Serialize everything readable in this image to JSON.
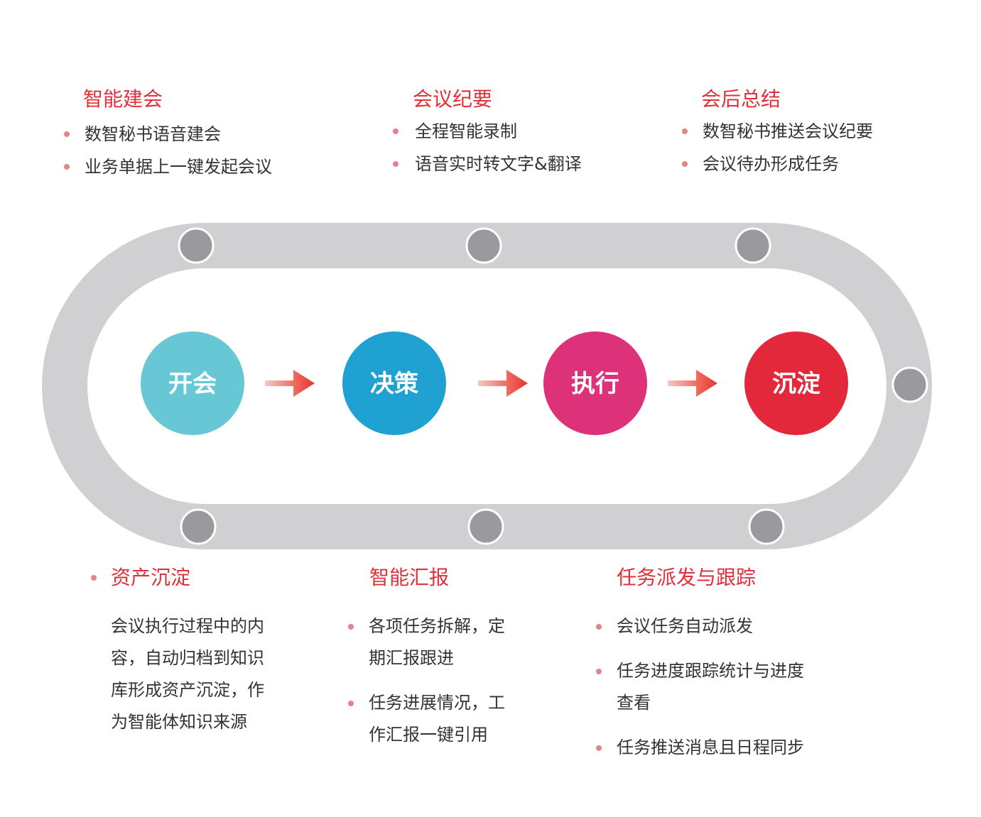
{
  "stages": [
    {
      "label": "开会",
      "color": "#67c7d4"
    },
    {
      "label": "决策",
      "color": "#1fa1d1"
    },
    {
      "label": "执行",
      "color": "#dd317a"
    },
    {
      "label": "沉淀",
      "color": "#e2283a"
    }
  ],
  "colors": {
    "track": "#d0d0d2",
    "node": "#9a9a9e",
    "node_border": "#ffffff",
    "accent": "#e0303a",
    "bullet": "#e8808a",
    "text": "#333333"
  },
  "top_groups": [
    {
      "title": "智能建会",
      "items": [
        "数智秘书语音建会",
        "业务单据上一键发起会议"
      ]
    },
    {
      "title": "会议纪要",
      "items": [
        "全程智能录制",
        "语音实时转文字&翻译"
      ]
    },
    {
      "title": "会后总结",
      "items": [
        "数智秘书推送会议纪要",
        "会议待办形成任务"
      ]
    }
  ],
  "bottom_groups": [
    {
      "title": "资产沉淀",
      "paragraph_lines": [
        "会议执行过程中的内",
        "容，自动归档到知识",
        "库形成资产沉淀，作",
        "为智能体知识来源"
      ]
    },
    {
      "title": "智能汇报",
      "items": [
        [
          "各项任务拆解，定",
          "期汇报跟进"
        ],
        [
          "任务进展情况，工",
          "作汇报一键引用"
        ]
      ]
    },
    {
      "title": "任务派发与跟踪",
      "items": [
        [
          "会议任务自动派发"
        ],
        [
          "任务进度跟踪统计与进度",
          "查看"
        ],
        [
          "任务推送消息且日程同步"
        ]
      ]
    }
  ]
}
